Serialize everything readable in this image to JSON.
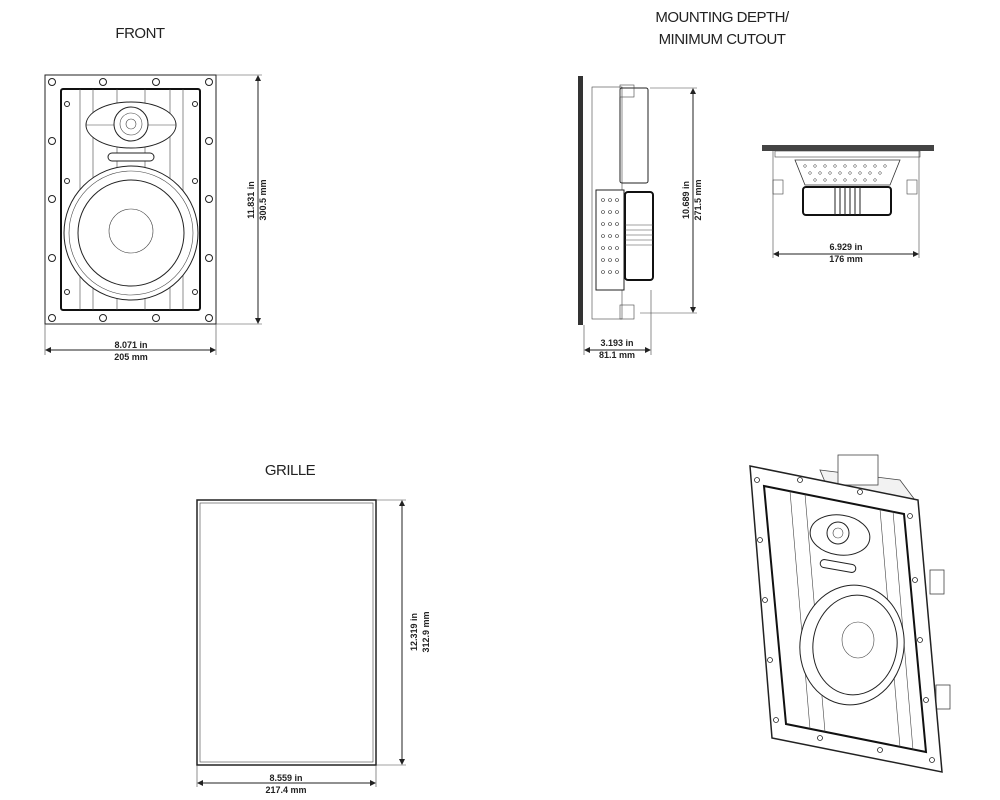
{
  "titles": {
    "front": "FRONT",
    "mounting_line1": "MOUNTING DEPTH/",
    "mounting_line2": "MINIMUM CUTOUT",
    "grille": "GRILLE"
  },
  "front": {
    "width_in": "8.071 in",
    "width_mm": "205 mm",
    "height_in": "11.831 in",
    "height_mm": "300.5 mm"
  },
  "side": {
    "height_in": "10.689 in",
    "height_mm": "271.5 mm",
    "depth_in": "3.193 in",
    "depth_mm": "81.1 mm"
  },
  "top": {
    "width_in": "6.929 in",
    "width_mm": "176 mm"
  },
  "grille": {
    "width_in": "8.559 in",
    "width_mm": "217.4 mm",
    "height_in": "12.319 in",
    "height_mm": "312.9 mm"
  }
}
